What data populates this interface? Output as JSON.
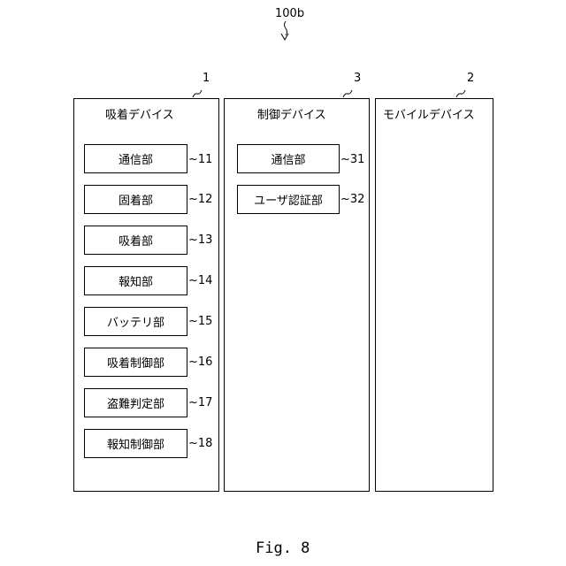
{
  "system_ref": "100b",
  "figure_caption": "Fig. 8",
  "devices": [
    {
      "ref": "1",
      "title": "吸着デバイス",
      "components": [
        {
          "label": "通信部",
          "ref": "11"
        },
        {
          "label": "固着部",
          "ref": "12"
        },
        {
          "label": "吸着部",
          "ref": "13"
        },
        {
          "label": "報知部",
          "ref": "14"
        },
        {
          "label": "バッテリ部",
          "ref": "15"
        },
        {
          "label": "吸着制御部",
          "ref": "16"
        },
        {
          "label": "盗難判定部",
          "ref": "17"
        },
        {
          "label": "報知制御部",
          "ref": "18"
        }
      ]
    },
    {
      "ref": "3",
      "title": "制御デバイス",
      "components": [
        {
          "label": "通信部",
          "ref": "31"
        },
        {
          "label": "ユーザ認証部",
          "ref": "32"
        }
      ]
    },
    {
      "ref": "2",
      "title": "モバイルデバイス",
      "components": []
    }
  ]
}
